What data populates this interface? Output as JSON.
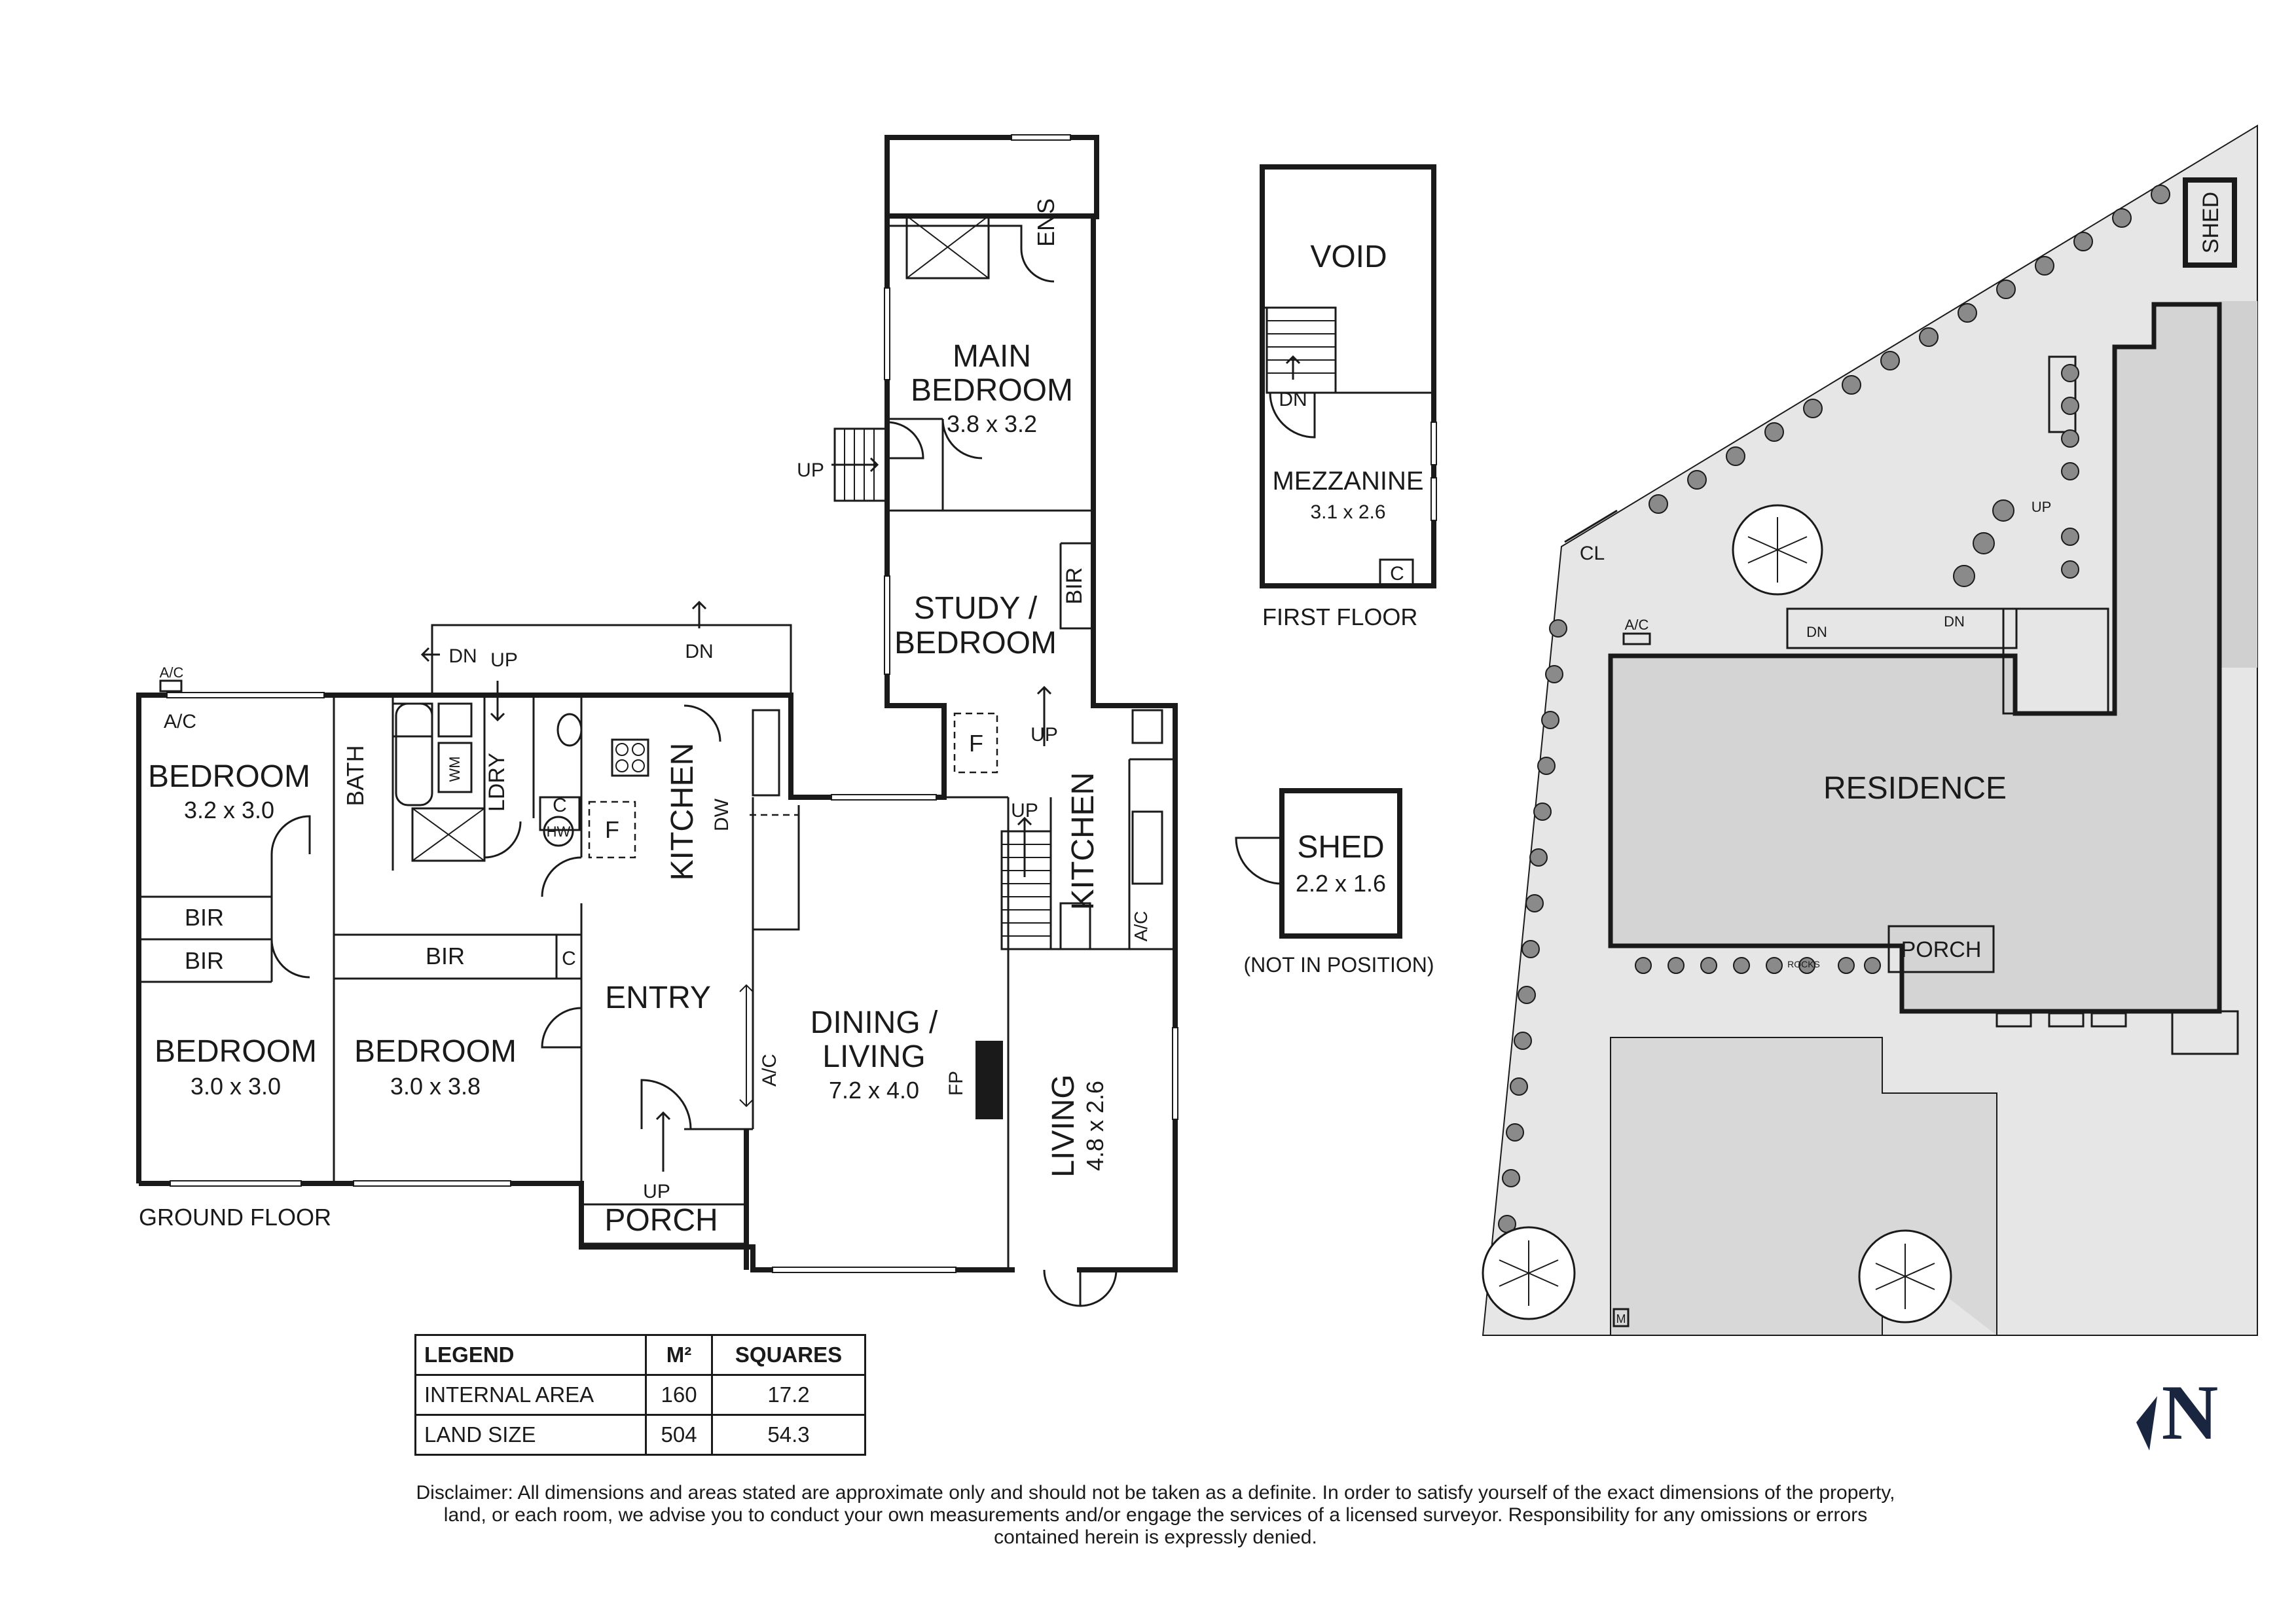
{
  "ground_floor": {
    "caption": "GROUND FLOOR",
    "rooms": {
      "bedroom_1": {
        "name": "BEDROOM",
        "size": "3.2 x 3.0"
      },
      "bedroom_2": {
        "name": "BEDROOM",
        "size": "3.0 x 3.0"
      },
      "bedroom_3": {
        "name": "BEDROOM",
        "size": "3.0 x 3.8"
      },
      "main_bedroom": {
        "name_line1": "MAIN",
        "name_line2": "BEDROOM",
        "size": "3.8 x 3.2"
      },
      "study": {
        "name_line1": "STUDY /",
        "name_line2": "BEDROOM"
      },
      "dining_living": {
        "name_line1": "DINING /",
        "name_line2": "LIVING",
        "size": "7.2 x 4.0"
      },
      "living": {
        "name": "LIVING",
        "size": "4.8 x 2.6"
      },
      "kitchen_1": {
        "name": "KITCHEN"
      },
      "kitchen_2": {
        "name": "KITCHEN"
      },
      "entry": {
        "name": "ENTRY"
      },
      "porch": {
        "name": "PORCH"
      },
      "bath": {
        "name": "BATH"
      },
      "laundry": {
        "name": "LDRY"
      },
      "ensuite": {
        "name": "ENS"
      }
    },
    "fixtures": {
      "bir": "BIR",
      "cupboard": "C",
      "ac": "A/C",
      "dw": "DW",
      "fridge": "F",
      "fireplace": "FP",
      "hot_water": "HW",
      "washing_machine": "WM",
      "up": "UP",
      "down": "DN"
    }
  },
  "first_floor": {
    "caption": "FIRST FLOOR",
    "void": "VOID",
    "mezzanine": {
      "name": "MEZZANINE",
      "size": "3.1 x 2.6"
    },
    "down": "DN",
    "cupboard": "C"
  },
  "shed_detail": {
    "name": "SHED",
    "size": "2.2 x 1.6",
    "note": "(NOT IN POSITION)"
  },
  "site_plan": {
    "residence": "RESIDENCE",
    "porch": "PORCH",
    "shed": "SHED",
    "clothesline": "CL",
    "up": "UP",
    "down": "DN",
    "ac": "A/C",
    "rocks": "ROCKS",
    "meter": "M"
  },
  "legend": {
    "headers": [
      "LEGEND",
      "M²",
      "SQUARES"
    ],
    "rows": [
      {
        "label": "INTERNAL AREA",
        "m2": "160",
        "squares": "17.2"
      },
      {
        "label": "LAND SIZE",
        "m2": "504",
        "squares": "54.3"
      }
    ]
  },
  "north_symbol": "N",
  "disclaimer": "Disclaimer: All dimensions and areas stated are approximate only and should not be taken as a definite. In order to satisfy yourself of the exact dimensions of the property, land, or each room, we advise you to conduct your own measurements and/or engage the services of a licensed surveyor. Responsibility for any omissions or errors contained herein is expressly denied."
}
